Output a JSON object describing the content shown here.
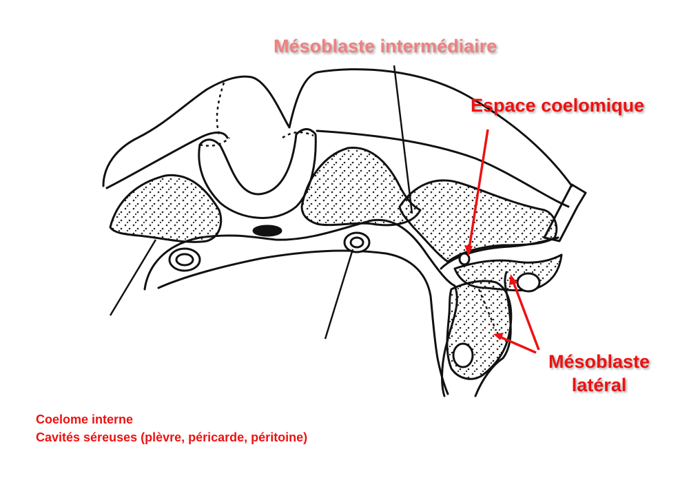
{
  "colors": {
    "label_pink": "#f08080",
    "label_red": "#ee1111",
    "caption_red": "#ee1111",
    "stroke": "#111111",
    "stipple": "#222222"
  },
  "labels": {
    "mesoblaste_intermediaire": "Mésoblaste intermédiaire",
    "espace_coelomique": "Espace coelomique",
    "mesoblaste_lateral_line1": "Mésoblaste",
    "mesoblaste_lateral_line2": "latéral"
  },
  "caption": {
    "line1": "Coelome interne",
    "line2": "Cavités séreuses (plèvre, péricarde, péritoine)"
  }
}
